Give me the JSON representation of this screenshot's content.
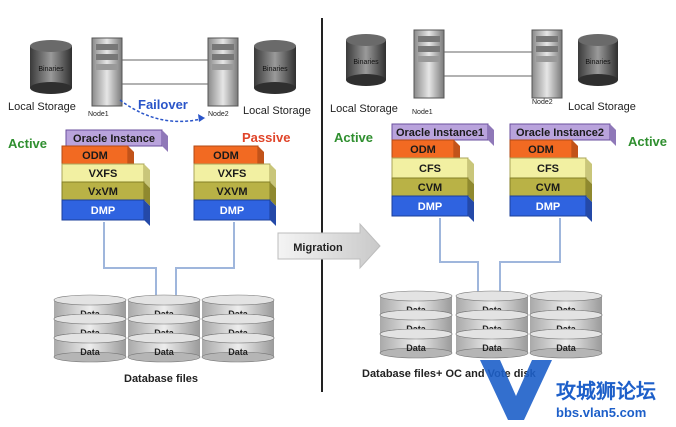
{
  "left": {
    "storage_label_a": "Local Storage",
    "storage_label_b": "Local Storage",
    "node1": "Node1",
    "node2": "Node2",
    "disk_label": "Binaries",
    "failover": "Failover",
    "active": "Active",
    "passive": "Passive",
    "stack_active": [
      "Oracle Instance",
      "ODM",
      "VXFS",
      "VxVM",
      "DMP"
    ],
    "stack_passive": [
      "ODM",
      "VXFS",
      "VXVM",
      "DMP"
    ],
    "data_label": "Data",
    "caption": "Database files"
  },
  "middle": {
    "migration": "Migration"
  },
  "right": {
    "storage_label_a": "Local Storage",
    "storage_label_b": "Local Storage",
    "node1": "Node1",
    "node2": "Node2",
    "disk_label": "Binaries",
    "active_a": "Active",
    "active_b": "Active",
    "stack_1": [
      "Oracle Instance1",
      "ODM",
      "CFS",
      "CVM",
      "DMP"
    ],
    "stack_2": [
      "Oracle Instance2",
      "ODM",
      "CFS",
      "CVM",
      "DMP"
    ],
    "data_label": "Data",
    "caption": "Database files+ OC    and Vote disk"
  },
  "watermark": {
    "logo": "V5",
    "title": "攻城狮论坛",
    "url": "bbs.vlan5.com"
  },
  "colors": {
    "oracle": "#b9a3dc",
    "odm": "#f26a22",
    "vxfs": "#f2f0a2",
    "vxvm": "#b9b246",
    "dmp": "#2f63e0",
    "active": "#2f8f2f",
    "passive": "#e0452a",
    "failover": "#2a55c9"
  }
}
